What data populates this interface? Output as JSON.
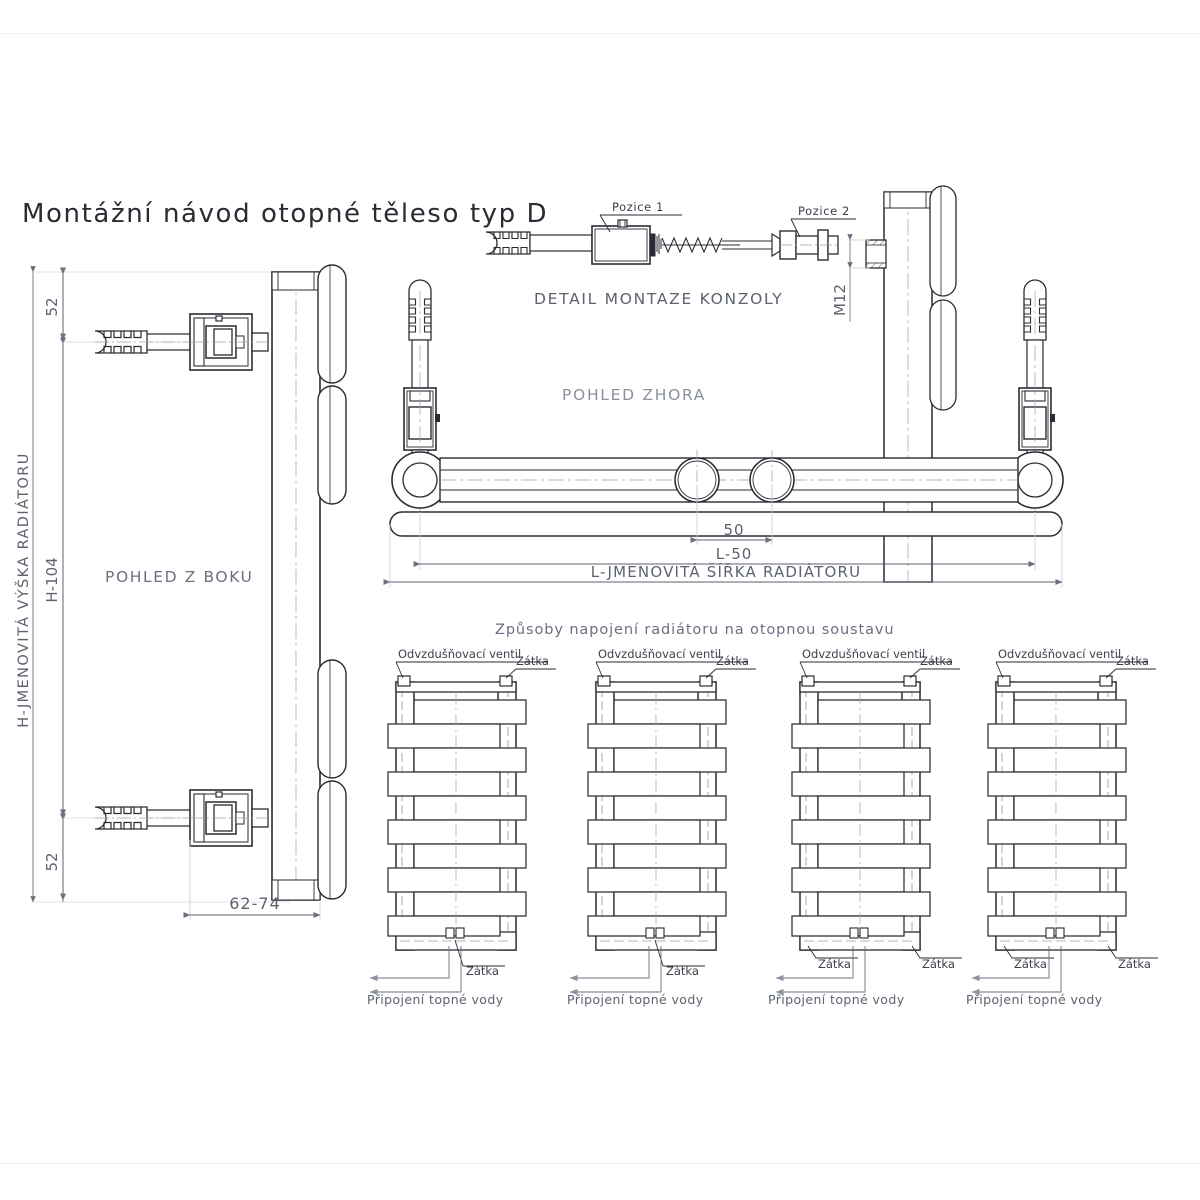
{
  "document": {
    "title": "Montážní návod otopné těleso typ D",
    "language": "cs",
    "type": "technical-installation-drawing",
    "ink_color": "#2b2b33",
    "paper_color": "#ffffff",
    "faint_color": "#9aa0aa"
  },
  "views": {
    "side_view_label": "POHLED Z BOKU",
    "top_view_label": "POHLED ZHORA",
    "bracket_detail_label": "DETAIL MONTAZE KONZOLY",
    "connection_section_label": "Způsoby napojení radiátoru na otopnou soustavu"
  },
  "callouts": {
    "position_1": "Pozice 1",
    "position_2": "Pozice 2",
    "thread": "M12"
  },
  "dimensions": {
    "top_offset": "52",
    "bottom_offset": "52",
    "height_between_brackets": "H-104",
    "height_note": "H-JMENOVITÁ VÝŠKA RADIÁTORU",
    "depth_range": "62-74",
    "center_spacing": "50",
    "width_between_brackets": "L-50",
    "width_note": "L-JMENOVITÁ ŠÍŘKA RADIÁTORU"
  },
  "connection_diagrams": [
    {
      "id": "scheme-1",
      "top_labels": [
        "Odvzdušňovací ventil",
        "Zátka"
      ],
      "bottom_labels": [
        "Zátka"
      ],
      "supply_label": "Připojení topné vody",
      "vent_side": "left",
      "plug_top_side": "right",
      "plug_bottom_sides": [
        "center"
      ],
      "inlet_side": "left",
      "outlet_side": "center"
    },
    {
      "id": "scheme-2",
      "top_labels": [
        "Odvzdušňovací ventil",
        "Zátka"
      ],
      "bottom_labels": [
        "Zátka"
      ],
      "supply_label": "Připojení topné vody",
      "vent_side": "left",
      "plug_top_side": "right",
      "plug_bottom_sides": [
        "center"
      ],
      "inlet_side": "left",
      "outlet_side": "center"
    },
    {
      "id": "scheme-3",
      "top_labels": [
        "Odvzdušňovací ventil",
        "Zátka"
      ],
      "bottom_labels": [
        "Zátka",
        "Zátka"
      ],
      "supply_label": "Připojení topné vody",
      "vent_side": "left",
      "plug_top_side": "right",
      "plug_bottom_sides": [
        "left",
        "right"
      ],
      "inlet_side": "center",
      "outlet_side": "left"
    },
    {
      "id": "scheme-4",
      "top_labels": [
        "Odvzdušňovací ventil",
        "Zátka"
      ],
      "bottom_labels": [
        "Zátka",
        "Zátka"
      ],
      "supply_label": "Připojení topné vody",
      "vent_side": "left",
      "plug_top_side": "right",
      "plug_bottom_sides": [
        "left",
        "right"
      ],
      "inlet_side": "center",
      "outlet_side": "left"
    }
  ]
}
